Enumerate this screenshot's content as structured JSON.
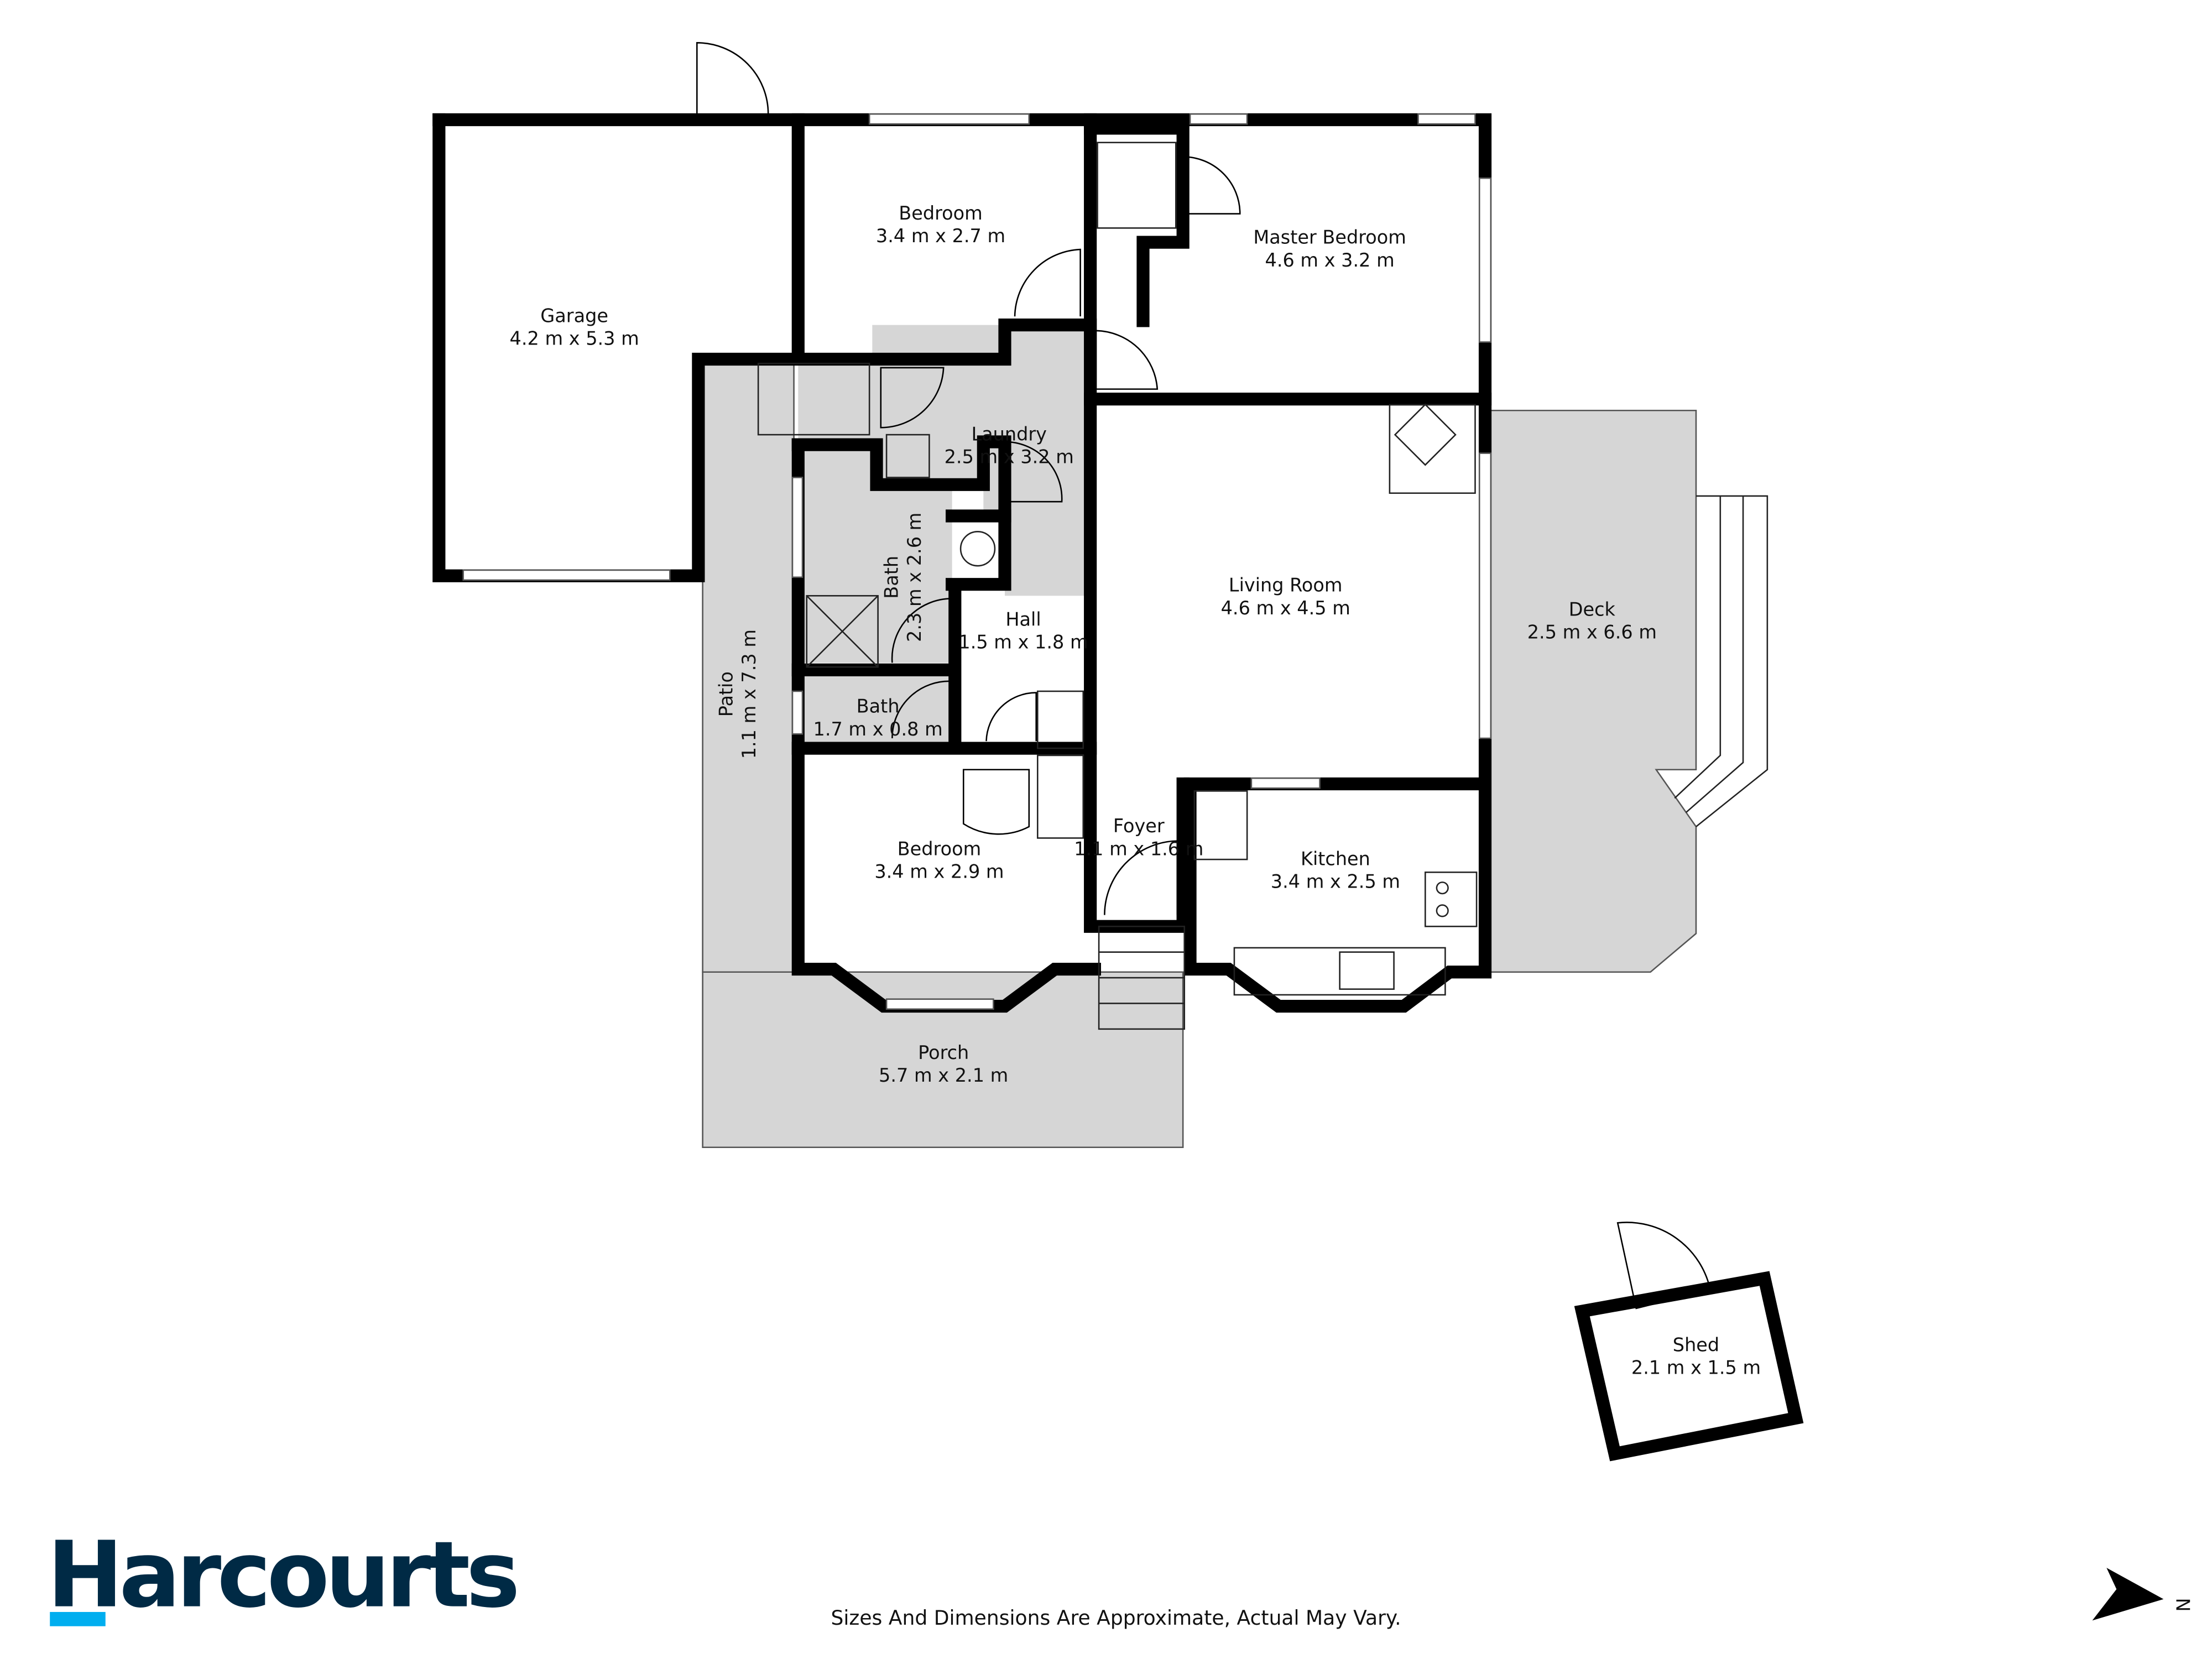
{
  "rooms": {
    "garage": {
      "name": "Garage",
      "size": "4.2 m x 5.3 m"
    },
    "bedroom1": {
      "name": "Bedroom",
      "size": "3.4 m x 2.7 m"
    },
    "master": {
      "name": "Master Bedroom",
      "size": "4.6 m x 3.2 m"
    },
    "laundry": {
      "name": "Laundry",
      "size": "2.5 m x 3.2 m"
    },
    "bath1": {
      "name": "Bath",
      "size": "2.3 m x 2.6 m"
    },
    "hall": {
      "name": "Hall",
      "size": "1.5 m x 1.8 m"
    },
    "living": {
      "name": "Living Room",
      "size": "4.6 m x 4.5 m"
    },
    "deck": {
      "name": "Deck",
      "size": "2.5 m x 6.6 m"
    },
    "patio": {
      "name": "Patio",
      "size": "1.1 m x 7.3 m"
    },
    "bath2": {
      "name": "Bath",
      "size": "1.7 m x 0.8 m"
    },
    "bedroom2": {
      "name": "Bedroom",
      "size": "3.4 m x 2.9 m"
    },
    "foyer": {
      "name": "Foyer",
      "size": "1.1 m x 1.6 m"
    },
    "kitchen": {
      "name": "Kitchen",
      "size": "3.4 m x 2.5 m"
    },
    "porch": {
      "name": "Porch",
      "size": "5.7 m x 2.1 m"
    },
    "shed": {
      "name": "Shed",
      "size": "2.1 m x 1.5 m"
    }
  },
  "logo": {
    "text": "Harcourts",
    "color": "#002a45",
    "accent": "#00aeef"
  },
  "disclaimer": "Sizes And Dimensions Are Approximate, Actual May Vary.",
  "compass": {
    "label": "N",
    "icon": "north-arrow-icon"
  }
}
